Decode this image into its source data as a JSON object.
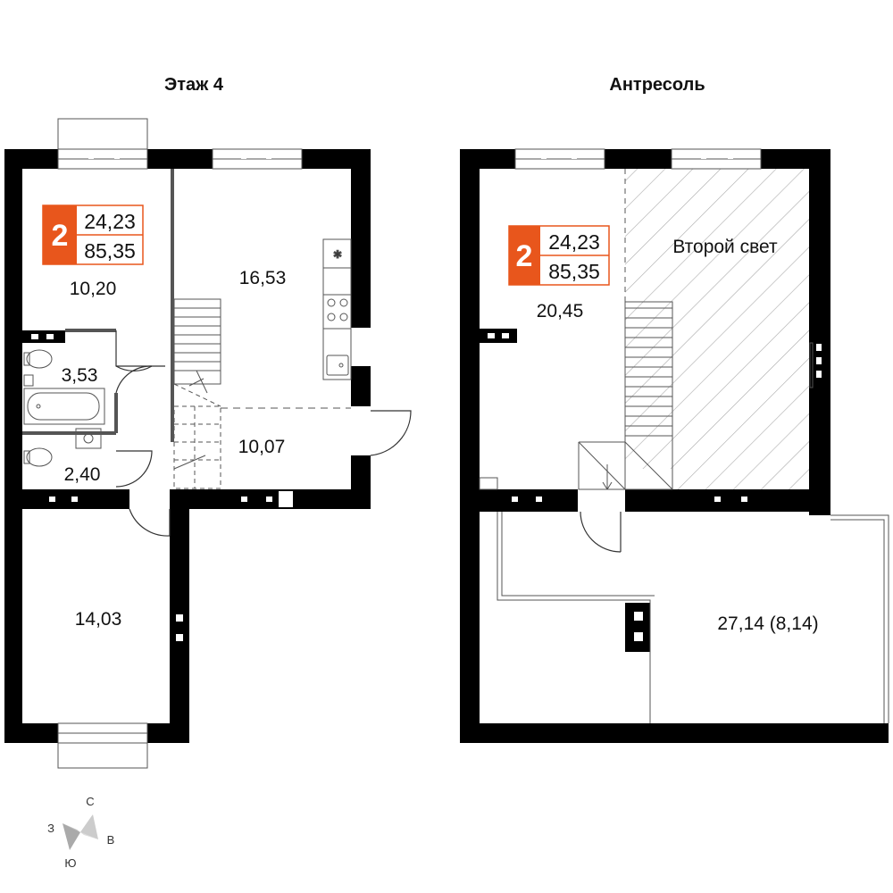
{
  "floors": [
    {
      "title": "Этаж 4",
      "badge": {
        "rooms": "2",
        "living_area": "24,23",
        "total_area": "85,35"
      },
      "rooms": [
        {
          "area": "10,20"
        },
        {
          "area": "16,53"
        },
        {
          "area": "3,53"
        },
        {
          "area": "10,07"
        },
        {
          "area": "2,40"
        },
        {
          "area": "14,03"
        }
      ]
    },
    {
      "title": "Антресоль",
      "badge": {
        "rooms": "2",
        "living_area": "24,23",
        "total_area": "85,35"
      },
      "double_height_label": "Второй свет",
      "rooms": [
        {
          "area": "20,45"
        },
        {
          "area": "27,14 (8,14)"
        }
      ]
    }
  ],
  "compass": {
    "north": "С",
    "east": "В",
    "south": "Ю",
    "west": "З"
  },
  "colors": {
    "accent": "#e8561c",
    "wall": "#000000",
    "line": "#555555"
  }
}
